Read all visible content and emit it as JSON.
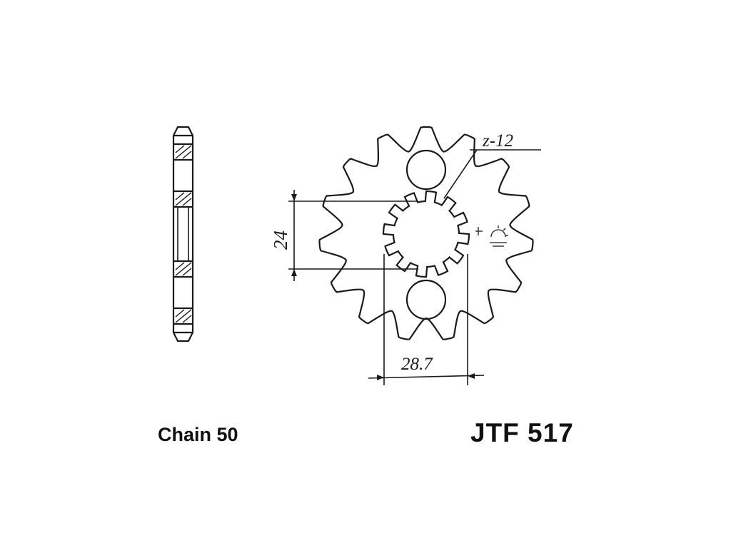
{
  "diagram": {
    "chain_label": "Chain 50",
    "part_number": "JTF 517",
    "spline_note": "z-12",
    "dim_spline_diameter": "24",
    "dim_hole_spacing": "28.7",
    "tooth_count": 15,
    "spline_count": 12,
    "stroke_color": "#1a1a1a"
  }
}
